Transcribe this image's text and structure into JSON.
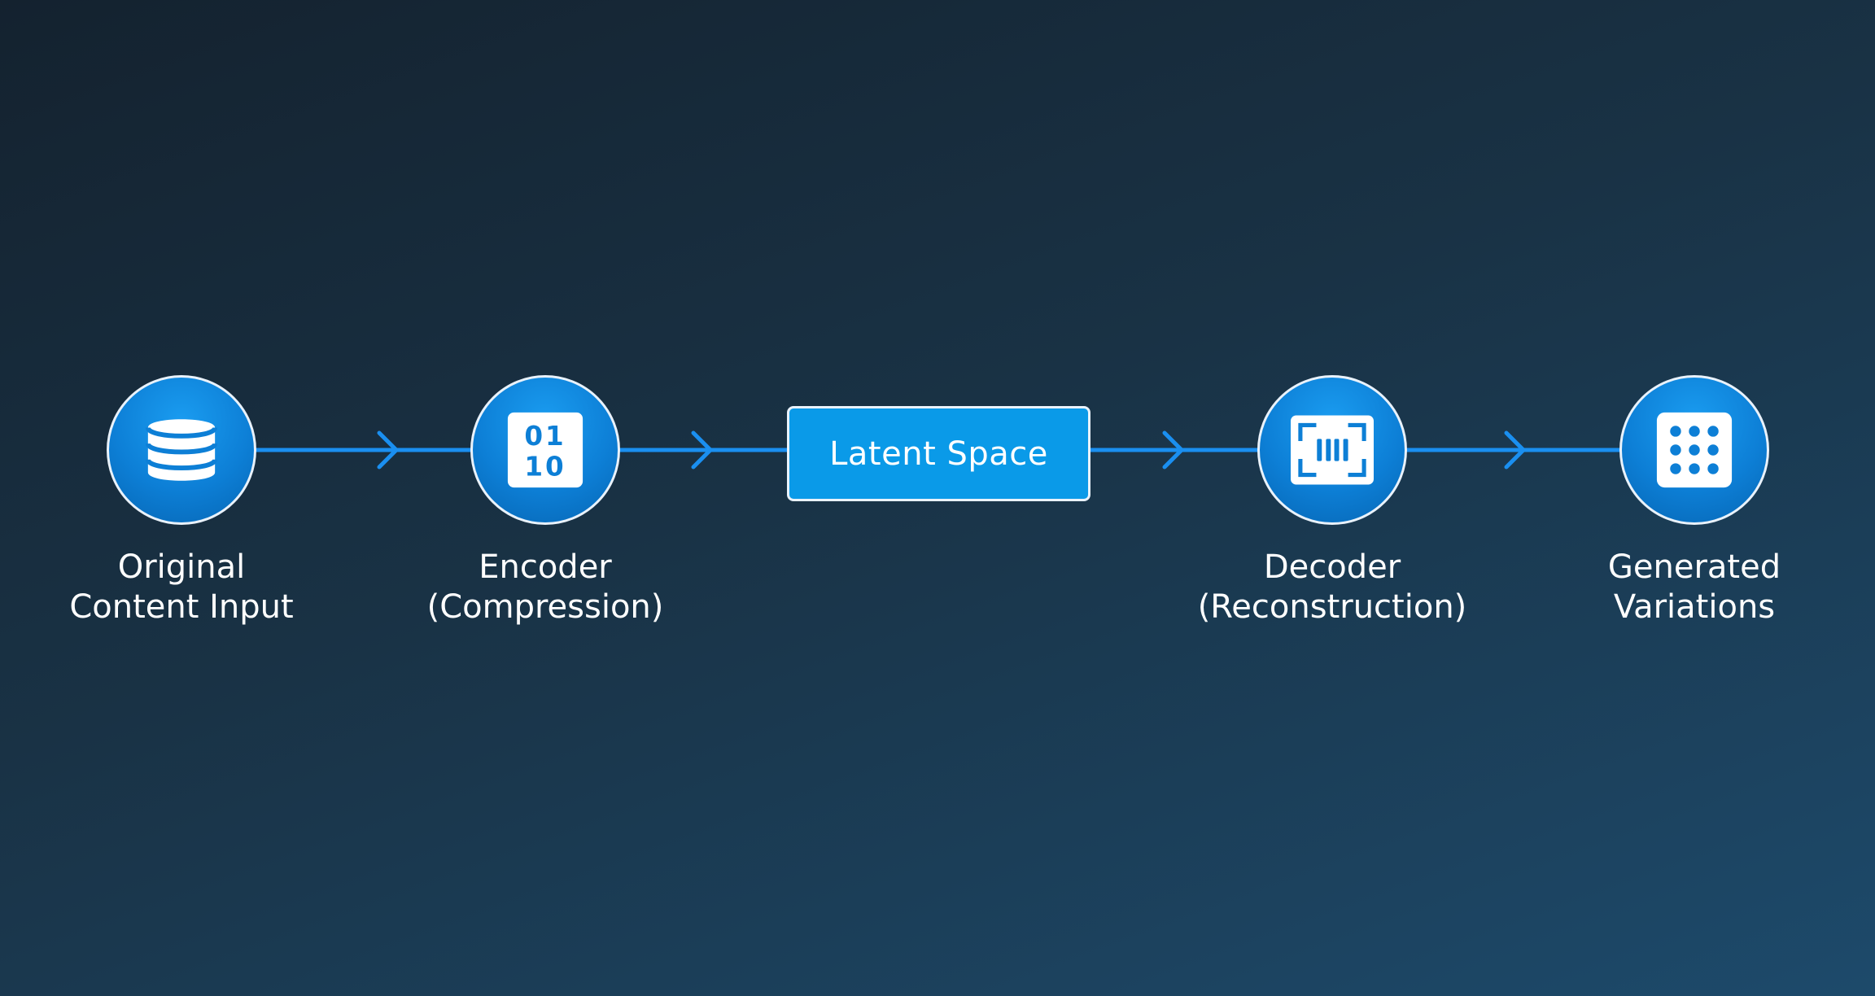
{
  "diagram": {
    "nodes": [
      {
        "id": "original",
        "icon": "database-icon",
        "label_lines": [
          "Original",
          "Content Input"
        ]
      },
      {
        "id": "encoder",
        "icon": "binary-icon",
        "label_lines": [
          "Encoder",
          "(Compression)"
        ]
      },
      {
        "id": "latent",
        "label": "Latent Space"
      },
      {
        "id": "decoder",
        "icon": "scan-icon",
        "label_lines": [
          "Decoder",
          "(Reconstruction)"
        ]
      },
      {
        "id": "generated",
        "icon": "grid-dots-icon",
        "label_lines": [
          "Generated",
          "Variations"
        ]
      }
    ],
    "edges": [
      {
        "from": "original",
        "to": "encoder"
      },
      {
        "from": "encoder",
        "to": "latent"
      },
      {
        "from": "latent",
        "to": "decoder"
      },
      {
        "from": "decoder",
        "to": "generated"
      }
    ],
    "icon_texts": {
      "binary_top": "01",
      "binary_bottom": "10"
    },
    "colors": {
      "background_start": "#14222f",
      "background_end": "#1d4a6b",
      "accent": "#0a9ae8",
      "connector": "#1a8ff0",
      "node_border": "#e9f2fb",
      "text": "#ffffff"
    }
  }
}
